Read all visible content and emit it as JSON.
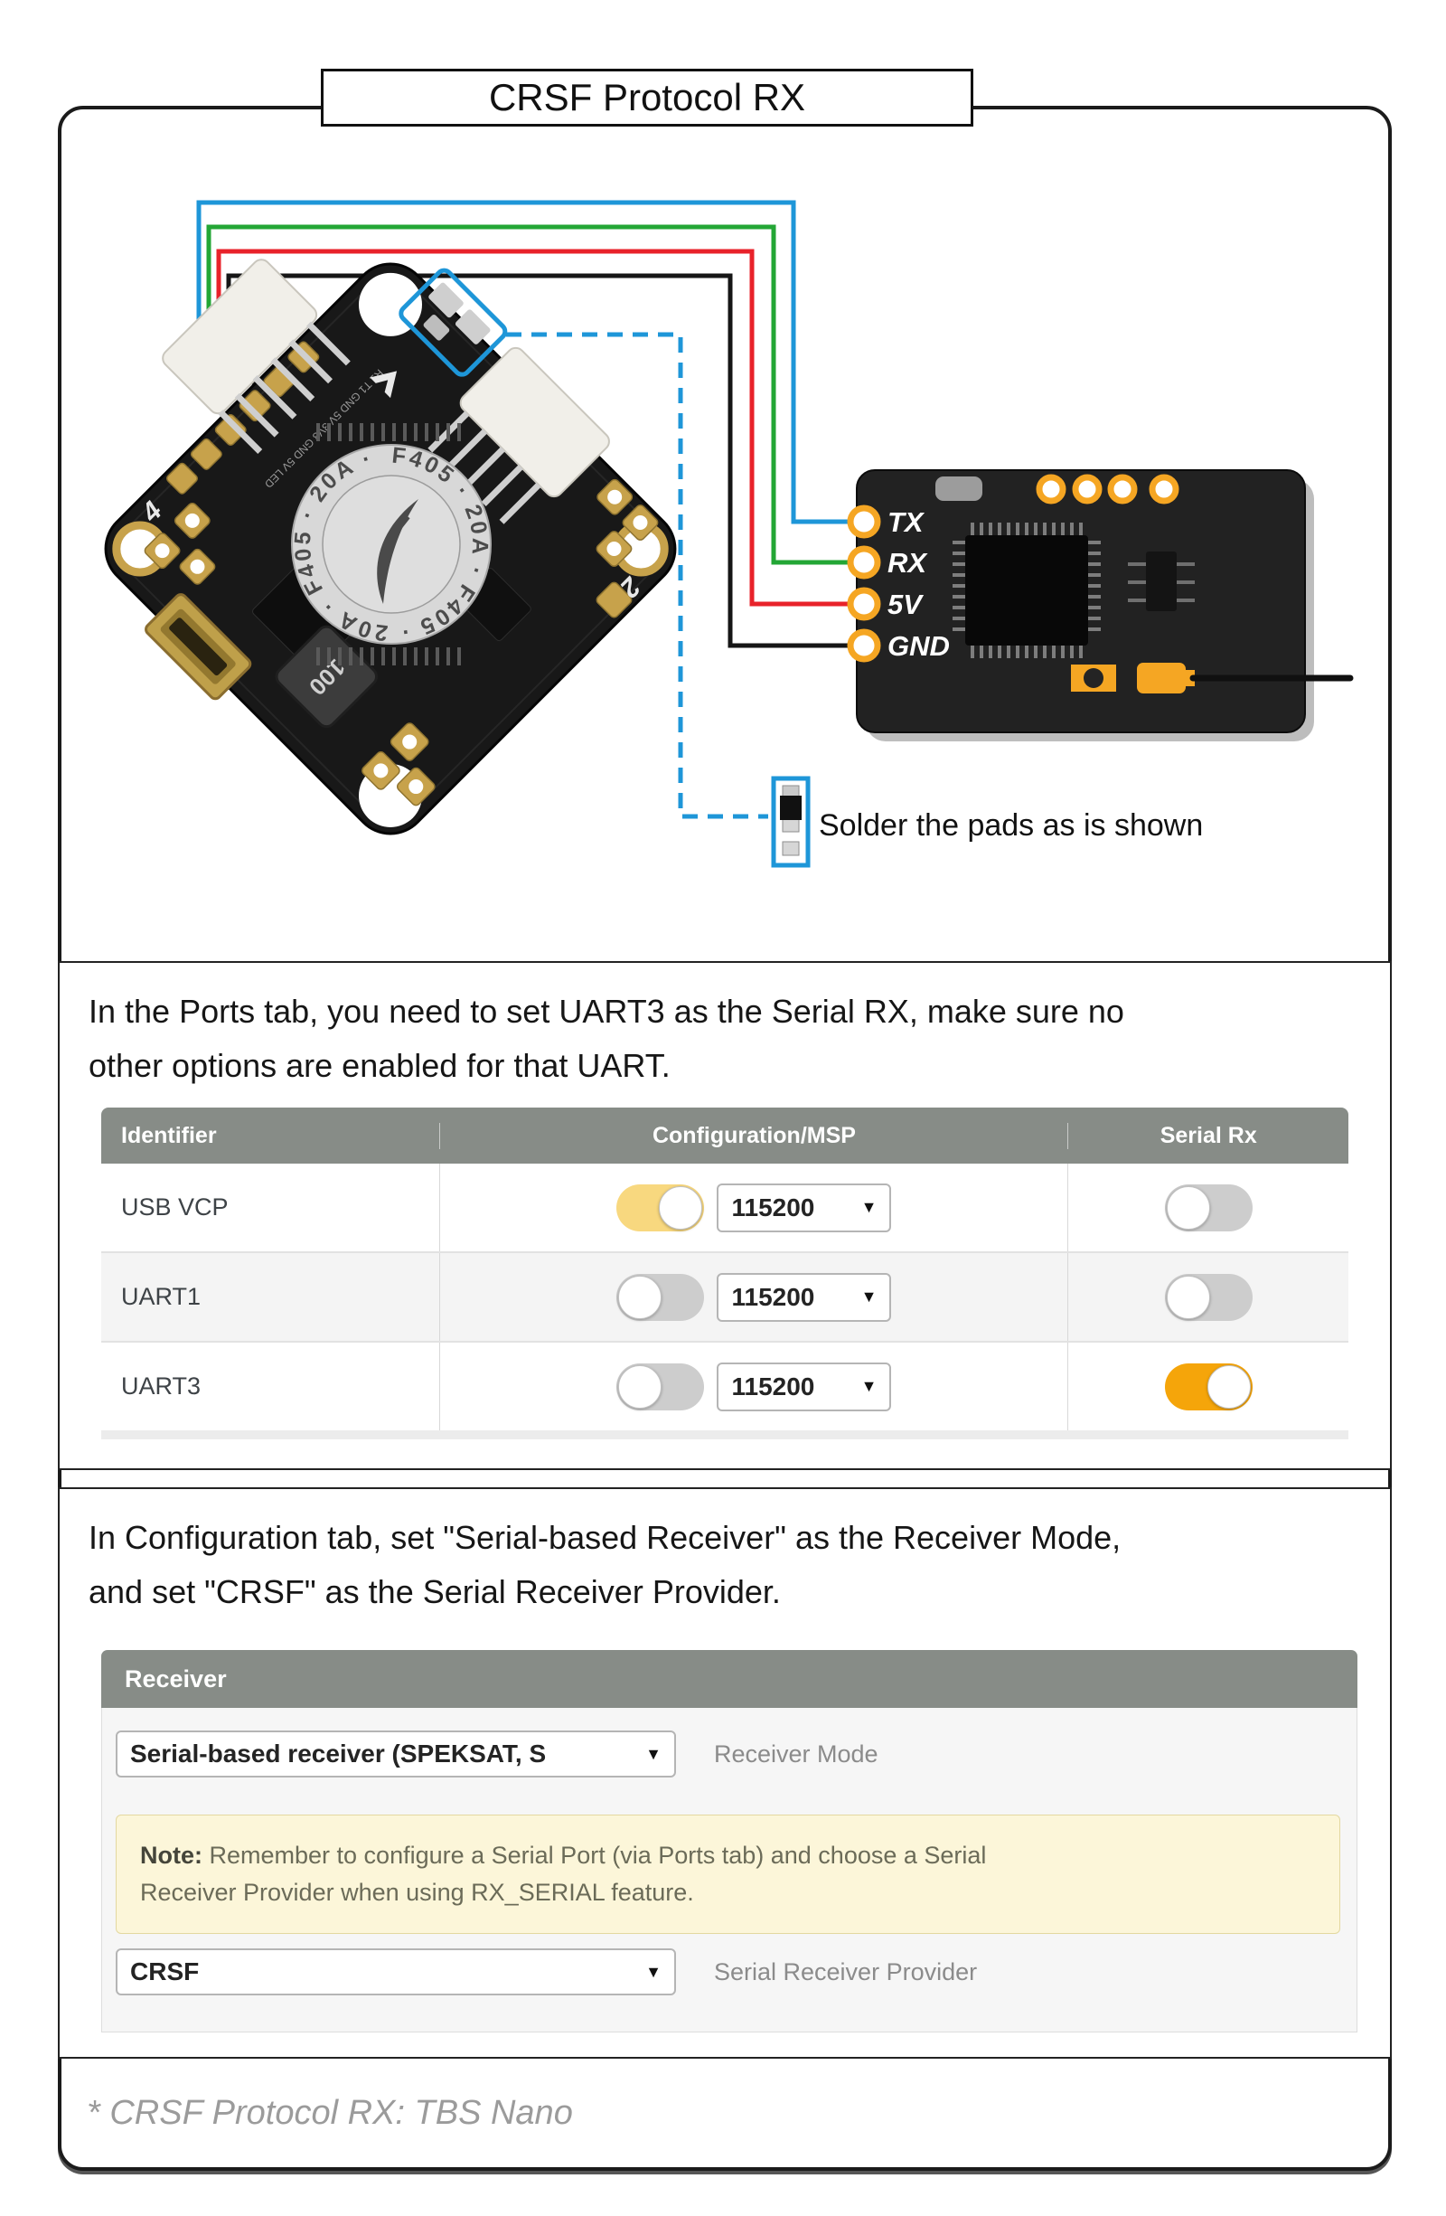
{
  "title": "CRSF Protocol RX",
  "icons": {
    "dropdown_arrow": "▼"
  },
  "accent_colors": {
    "betaflight_header": "#878c87",
    "toggle_on_yellow": "#f8d87f",
    "toggle_on_orange": "#f5a50a",
    "pad_orange": "#f5a623"
  },
  "diagram": {
    "pins": [
      {
        "label": "TX"
      },
      {
        "label": "RX"
      },
      {
        "label": "5V"
      },
      {
        "label": "GND"
      }
    ],
    "wire_colors": {
      "tx": "#1e96d8",
      "rx": "#23a635",
      "v5": "#e8222a",
      "gnd": "#161616",
      "dashed": "#1e96d8"
    },
    "solder_note": "Solder the pads as is shown",
    "board": {
      "sticker_text": "F405 · 20A · F405 · 20A · F405 · 20A · ",
      "inductor_label": "100",
      "motor_left": "4",
      "motor_right": "2",
      "silk_text": "R1 T1 GND 5V 3V3 GND 5V LED"
    }
  },
  "ports": {
    "instruction_lines": [
      "In the Ports tab, you need to set UART3 as the Serial RX, make sure no",
      "other options are enabled for that UART."
    ],
    "table": {
      "headers": [
        "Identifier",
        "Configuration/MSP",
        "Serial Rx"
      ],
      "rows": [
        {
          "identifier": "USB VCP",
          "baud": "115200",
          "msp_on": true,
          "serial_rx_on": false
        },
        {
          "identifier": "UART1",
          "baud": "115200",
          "msp_on": false,
          "serial_rx_on": false
        },
        {
          "identifier": "UART3",
          "baud": "115200",
          "msp_on": false,
          "serial_rx_on": true
        }
      ]
    }
  },
  "config": {
    "instruction_lines": [
      "In Configuration tab, set \"Serial-based Receiver\" as the Receiver Mode,",
      "and set \"CRSF\" as the Serial Receiver Provider."
    ],
    "panel_title": "Receiver",
    "receiver_mode": {
      "value": "Serial-based receiver (SPEKSAT, S",
      "label": "Receiver Mode"
    },
    "note": {
      "label": "Note:",
      "line1": " Remember to configure a Serial Port (via Ports tab) and choose a Serial",
      "line2": "Receiver Provider when using RX_SERIAL feature."
    },
    "provider": {
      "value": "CRSF",
      "label": "Serial Receiver Provider"
    }
  },
  "footnote": "* CRSF Protocol RX: TBS Nano"
}
